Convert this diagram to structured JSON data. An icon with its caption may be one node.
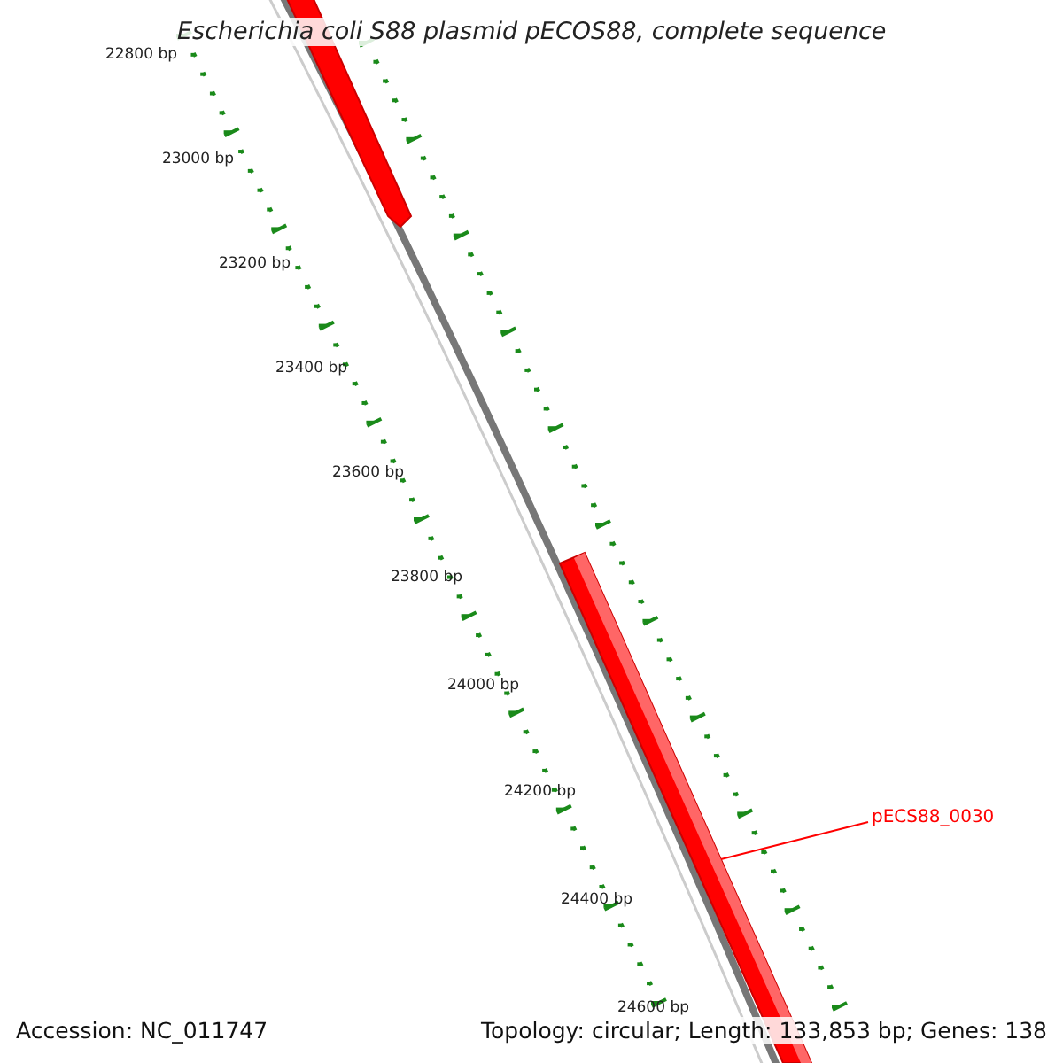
{
  "diagram": {
    "title": "Escherichia coli S88 plasmid pECOS88, complete sequence",
    "nodes": [
      {
        "text": [
          "pECS88_0030"
        ]
      },
      {
        "text": [],
        "shape": "bar"
      }
    ],
    "edges": [
      {
        "from": 0,
        "to": 1,
        "arrow": "none",
        "color": "#ff0000"
      }
    ],
    "labels": [
      "22800 bp",
      "23000 bp",
      "23200 bp",
      "23400 bp",
      "23600 bp",
      "23800 bp",
      "24000 bp",
      "24200 bp",
      "24400 bp",
      "24600 bp",
      "Accession: NC_011747",
      "Topology: circular; Length: 133,853 bp; Genes: 138"
    ]
  }
}
